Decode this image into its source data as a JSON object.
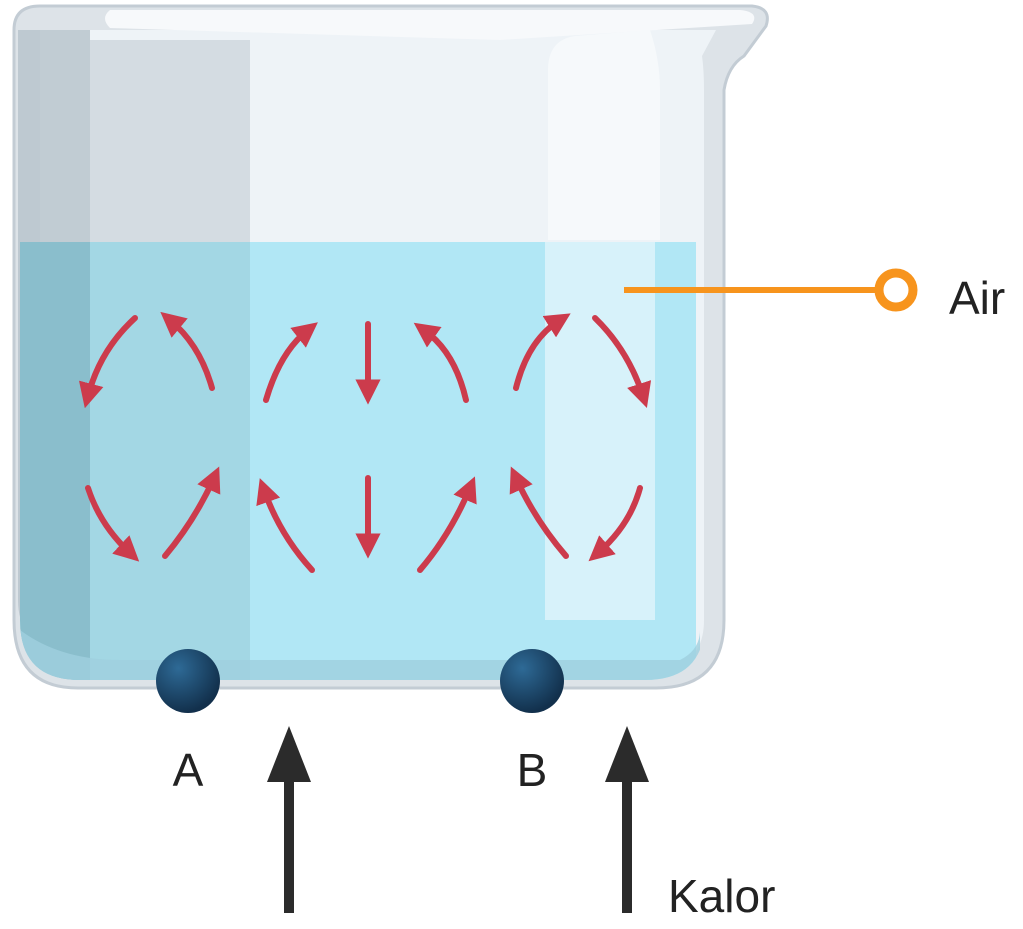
{
  "labels": {
    "water": "Air",
    "point_a": "A",
    "point_b": "B",
    "heat": "Kalor"
  },
  "colors": {
    "glass": "#d7dee4",
    "water": "#aee4f2",
    "current_arrow": "#cc3b4c",
    "pointer": "#f7941d",
    "heat_arrow": "#2b2b2b",
    "point": "#1a4466"
  },
  "icons": {
    "container": "beaker",
    "flow": "convection-current-arrows",
    "heat": "heat-arrow-up"
  }
}
